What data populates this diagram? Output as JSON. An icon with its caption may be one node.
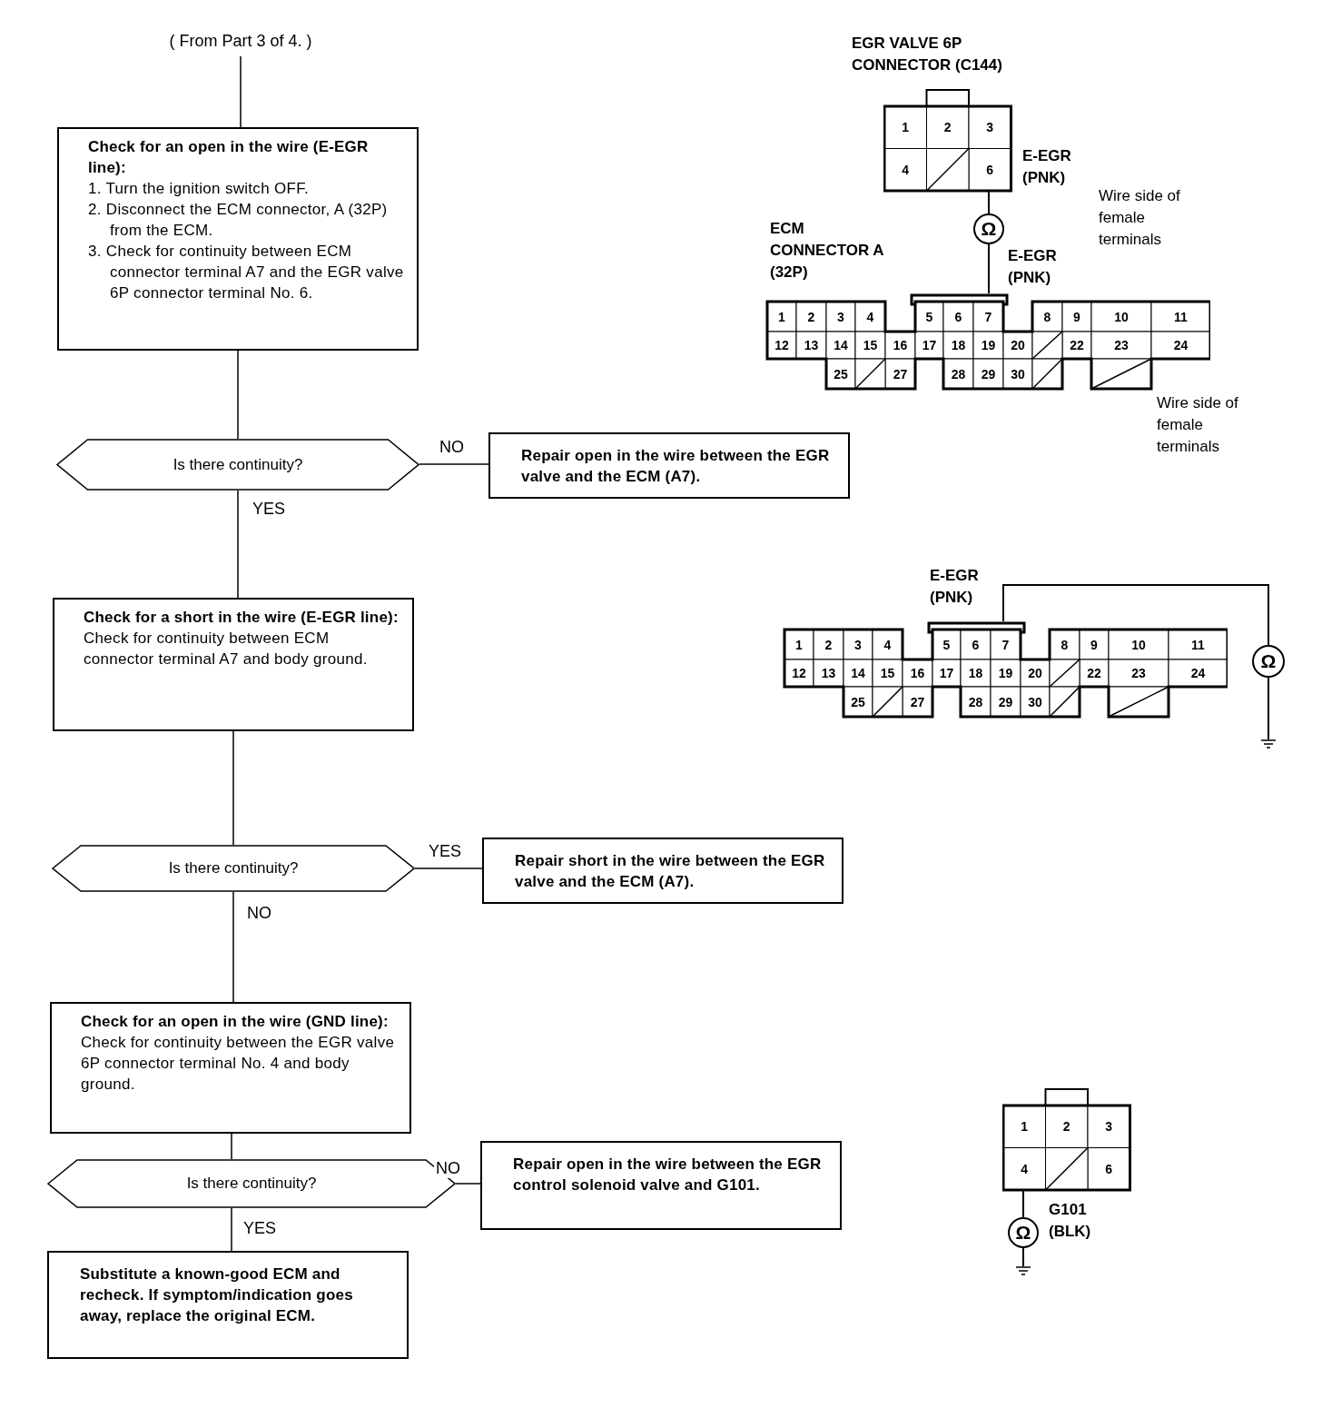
{
  "diagram": {
    "nodes": [
      {
        "text": [
          "( From Part 3 of 4. )"
        ]
      },
      {
        "text": [
          "Check for an open in the wire (E-EGR line):",
          "1. Turn the ignition switch OFF.",
          "2. Disconnect the ECM connector, A (32P) from the ECM.",
          "3. Check for continuity between ECM connector terminal A7 and the EGR valve 6P connector terminal No. 6."
        ]
      },
      {
        "text": [
          "Is there continuity?"
        ]
      },
      {
        "text": [
          "Repair open in the wire between the EGR valve and the ECM (A7)."
        ]
      },
      {
        "text": [
          "Check for a short in the wire (E-EGR line):",
          "Check for continuity between ECM connector terminal A7 and body ground."
        ]
      },
      {
        "text": [
          "Is there continuity?"
        ]
      },
      {
        "text": [
          "Repair short in the wire between the EGR valve and the ECM (A7)."
        ]
      },
      {
        "text": [
          "Check for an open in the wire (GND line):",
          "Check for continuity between the EGR valve 6P connector terminal No. 4 and body ground."
        ]
      },
      {
        "text": [
          "Is there continuity?"
        ]
      },
      {
        "text": [
          "Repair open in the wire between the EGR control solenoid valve and G101."
        ]
      },
      {
        "text": [
          "Substitute a known-good ECM and recheck. If symptom/indication goes away, replace the original ECM."
        ]
      },
      {
        "text": [
          "1",
          "2",
          "3",
          "4",
          "6"
        ]
      },
      {
        "text": [
          "Ω"
        ]
      },
      {
        "text": [
          "1",
          "2",
          "3",
          "4",
          "5",
          "6",
          "7",
          "8",
          "9",
          "10",
          "11",
          "12",
          "13",
          "14",
          "15",
          "16",
          "17",
          "18",
          "19",
          "20",
          "22",
          "23",
          "24",
          "25",
          "27",
          "28",
          "29",
          "30"
        ]
      },
      {
        "text": [
          "1",
          "2",
          "3",
          "4",
          "5",
          "6",
          "7",
          "8",
          "9",
          "10",
          "11",
          "12",
          "13",
          "14",
          "15",
          "16",
          "17",
          "18",
          "19",
          "20",
          "22",
          "23",
          "24",
          "25",
          "27",
          "28",
          "29",
          "30"
        ]
      },
      {
        "text": [
          "Ω"
        ]
      },
      {
        "text": [],
        "shape": "ground"
      },
      {
        "text": [
          "1",
          "2",
          "3",
          "4",
          "6"
        ]
      },
      {
        "text": [
          "Ω"
        ]
      },
      {
        "text": [],
        "shape": "ground"
      }
    ],
    "edges": [
      {
        "from": 0,
        "to": 1,
        "arrow": "none"
      },
      {
        "from": 1,
        "to": 2,
        "arrow": "none"
      },
      {
        "from": 2,
        "to": 3,
        "arrow": "none",
        "label": "NO"
      },
      {
        "from": 2,
        "to": 4,
        "arrow": "none",
        "label": "YES"
      },
      {
        "from": 4,
        "to": 5,
        "arrow": "none"
      },
      {
        "from": 5,
        "to": 6,
        "arrow": "none",
        "label": "YES"
      },
      {
        "from": 5,
        "to": 7,
        "arrow": "none",
        "label": "NO"
      },
      {
        "from": 7,
        "to": 8,
        "arrow": "none"
      },
      {
        "from": 8,
        "to": 9,
        "arrow": "none",
        "label": "NO"
      },
      {
        "from": 8,
        "to": 10,
        "arrow": "none",
        "label": "YES"
      },
      {
        "from": 11,
        "to": 12,
        "arrow": "none"
      },
      {
        "from": 12,
        "to": 13,
        "arrow": "none"
      },
      {
        "from": 14,
        "to": 15,
        "arrow": "none"
      },
      {
        "from": 15,
        "to": 16,
        "arrow": "none"
      },
      {
        "from": 17,
        "to": 18,
        "arrow": "none"
      },
      {
        "from": 18,
        "to": 19,
        "arrow": "none"
      }
    ],
    "labels": [
      "EGR VALVE 6P CONNECTOR (C144)",
      "E-EGR (PNK)",
      "Wire side of female terminals",
      "ECM CONNECTOR A (32P)",
      "E-EGR (PNK)",
      "Wire side of female terminals",
      "E-EGR (PNK)",
      "G101 (BLK)"
    ]
  }
}
